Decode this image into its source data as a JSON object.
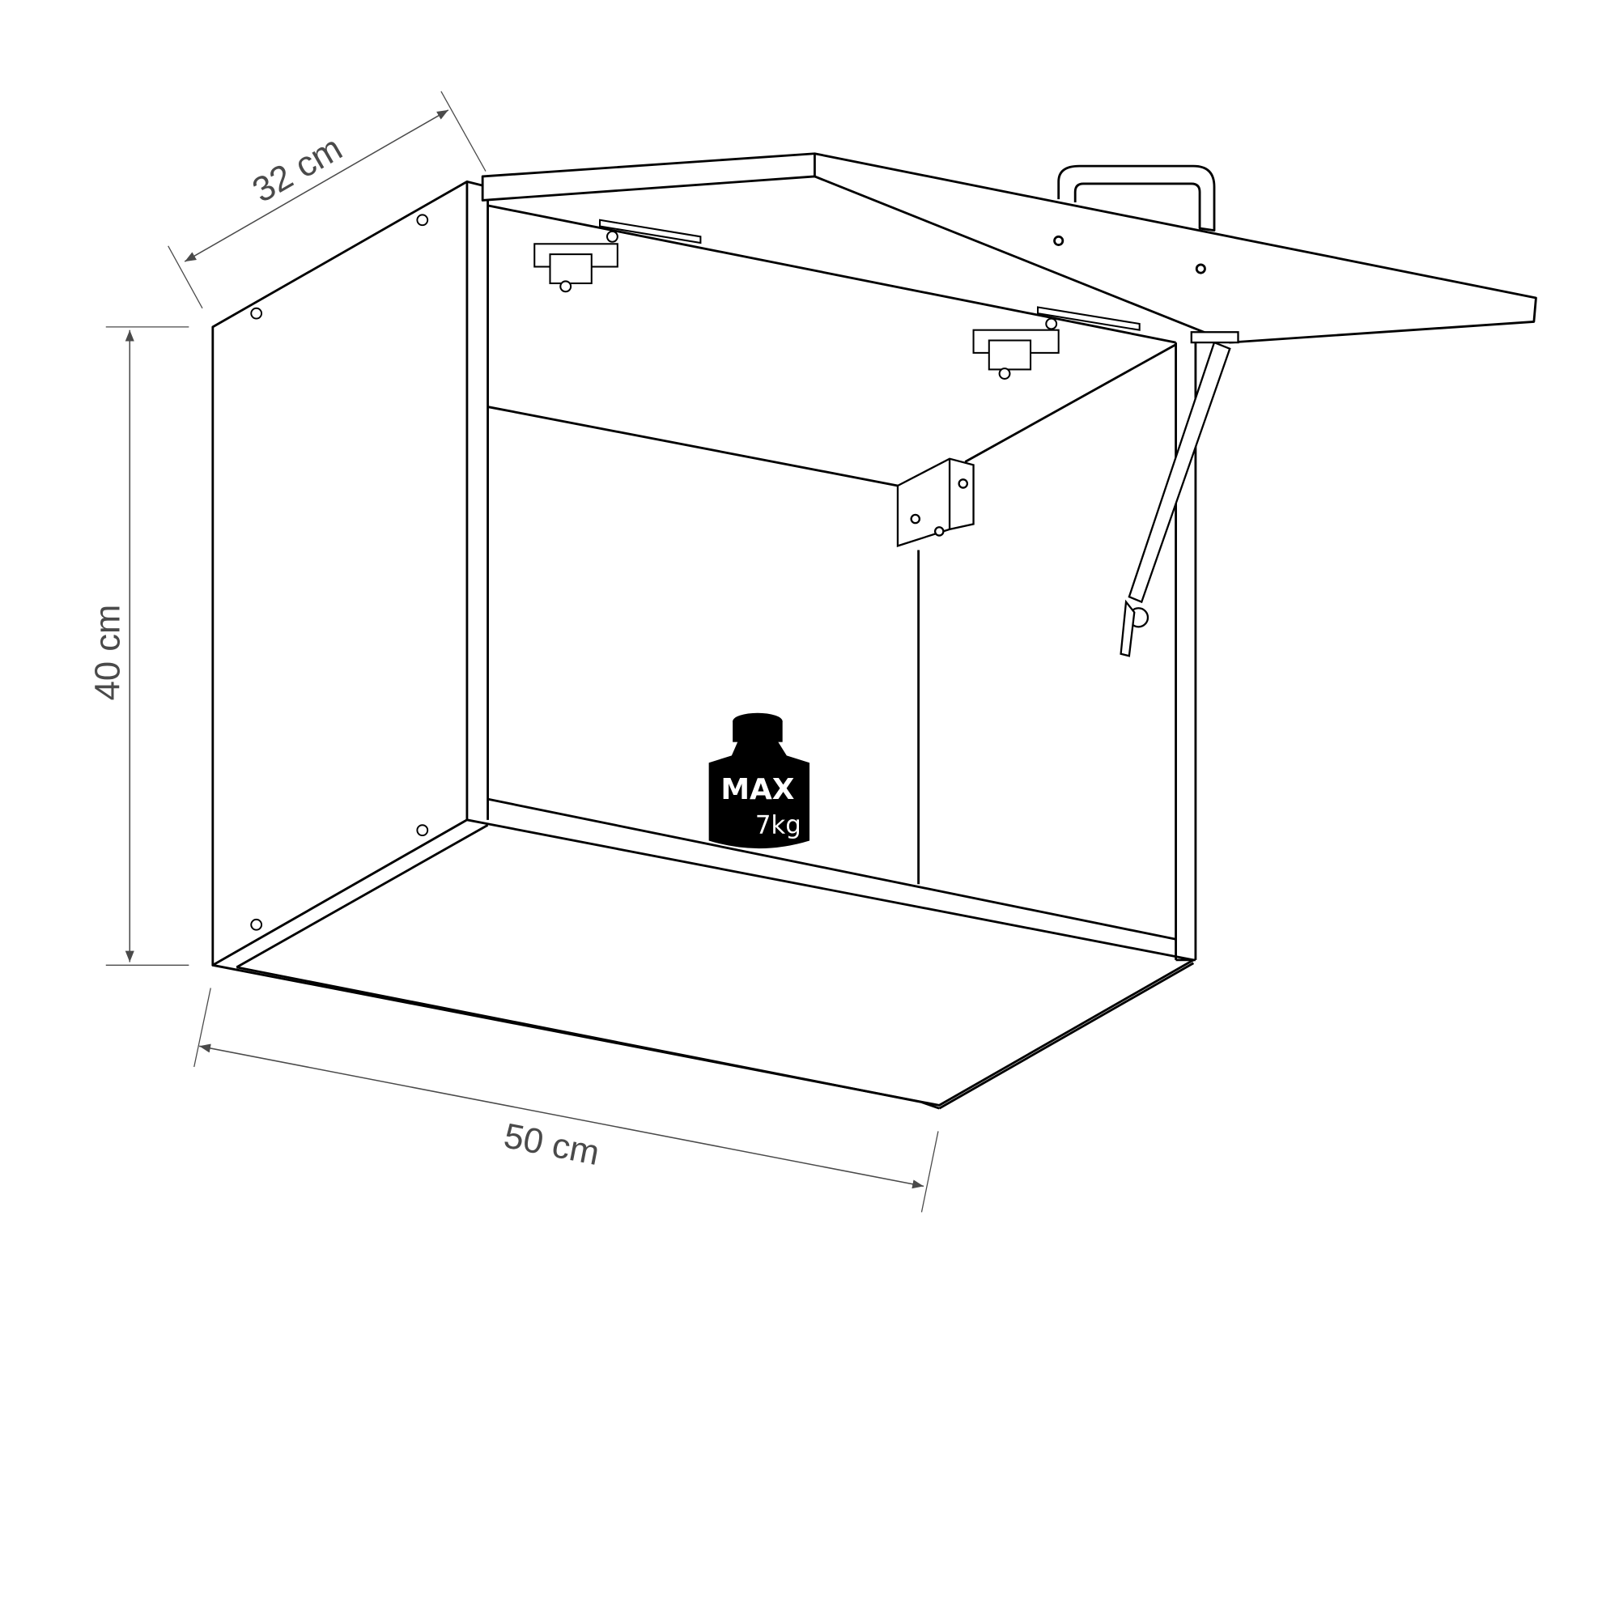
{
  "dimensions": {
    "depth": "32 cm",
    "height": "40 cm",
    "width": "50 cm"
  },
  "load_badge": {
    "label": "MAX",
    "value": "7kg"
  },
  "colors": {
    "line": "#000000",
    "dimension": "#4a4a4a",
    "background": "#ffffff"
  }
}
